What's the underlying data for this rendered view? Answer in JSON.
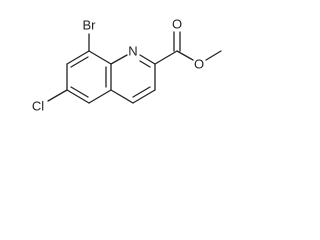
{
  "molecule": {
    "atoms": {
      "bromine": "Br",
      "ring_nitrogen": "N",
      "carbonyl_oxygen": "O",
      "ester_oxygen": "O",
      "chlorine": "Cl"
    }
  }
}
